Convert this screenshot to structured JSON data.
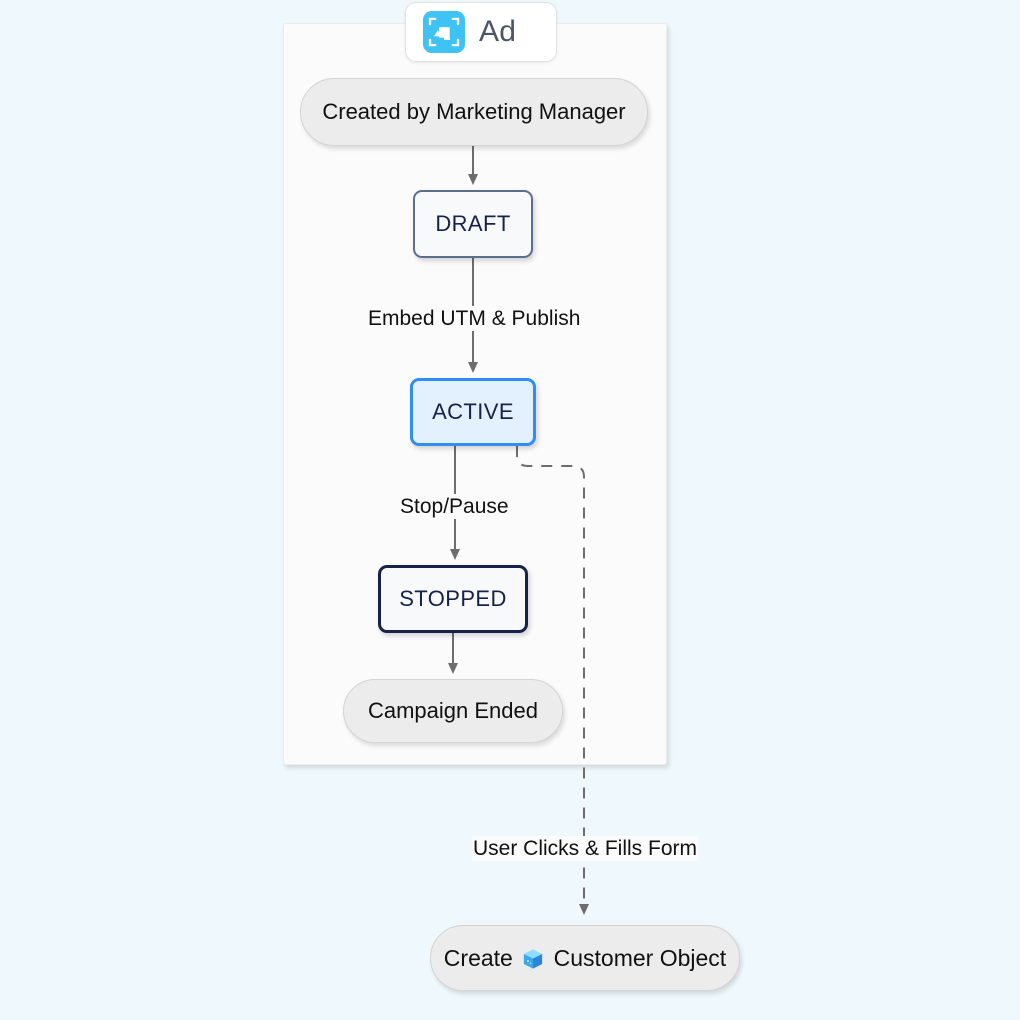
{
  "diagram": {
    "background_color": "#eff9fd",
    "title_badge": {
      "label": "Ad",
      "icon": "shapes-icon",
      "icon_color": "#3fc3f5"
    },
    "container": {
      "fill": "#fbfbfb",
      "border": "#ececec"
    },
    "nodes": [
      {
        "id": "created",
        "label": "Created by Marketing Manager",
        "shape": "pill",
        "fill": "#ececec",
        "border": "#d4d4d4",
        "text_color": "#111111"
      },
      {
        "id": "draft",
        "label": "DRAFT",
        "shape": "rounded-rect",
        "fill": "#f8f9fb",
        "border": "#5b6e8d",
        "text_color": "#16224a"
      },
      {
        "id": "active",
        "label": "ACTIVE",
        "shape": "rounded-rect",
        "fill": "#e3f0fe",
        "border": "#2f8ef4",
        "text_color": "#16224a"
      },
      {
        "id": "stopped",
        "label": "STOPPED",
        "shape": "rounded-rect",
        "fill": "#f8f9fb",
        "border": "#16224a",
        "text_color": "#16224a"
      },
      {
        "id": "ended",
        "label": "Campaign Ended",
        "shape": "pill",
        "fill": "#ececec",
        "border": "#d4d4d4",
        "text_color": "#111111"
      },
      {
        "id": "customer",
        "label_before": "Create",
        "icon": "ice-cube-icon",
        "label_after": "Customer Object",
        "shape": "pill",
        "fill": "#ececec",
        "border": "#d4d4d4",
        "text_color": "#111111"
      }
    ],
    "edges": [
      {
        "from": "created",
        "to": "draft",
        "label": "",
        "style": "solid"
      },
      {
        "from": "draft",
        "to": "active",
        "label": "Embed UTM & Publish",
        "style": "solid"
      },
      {
        "from": "active",
        "to": "stopped",
        "label": "Stop/Pause",
        "style": "solid"
      },
      {
        "from": "stopped",
        "to": "ended",
        "label": "",
        "style": "solid"
      },
      {
        "from": "active",
        "to": "customer",
        "label": "User Clicks & Fills Form",
        "style": "dashed"
      }
    ],
    "edge_color": "#6d6d6d",
    "edge_labels": {
      "embed": "Embed UTM & Publish",
      "stop": "Stop/Pause",
      "form": "User Clicks & Fills Form"
    }
  }
}
